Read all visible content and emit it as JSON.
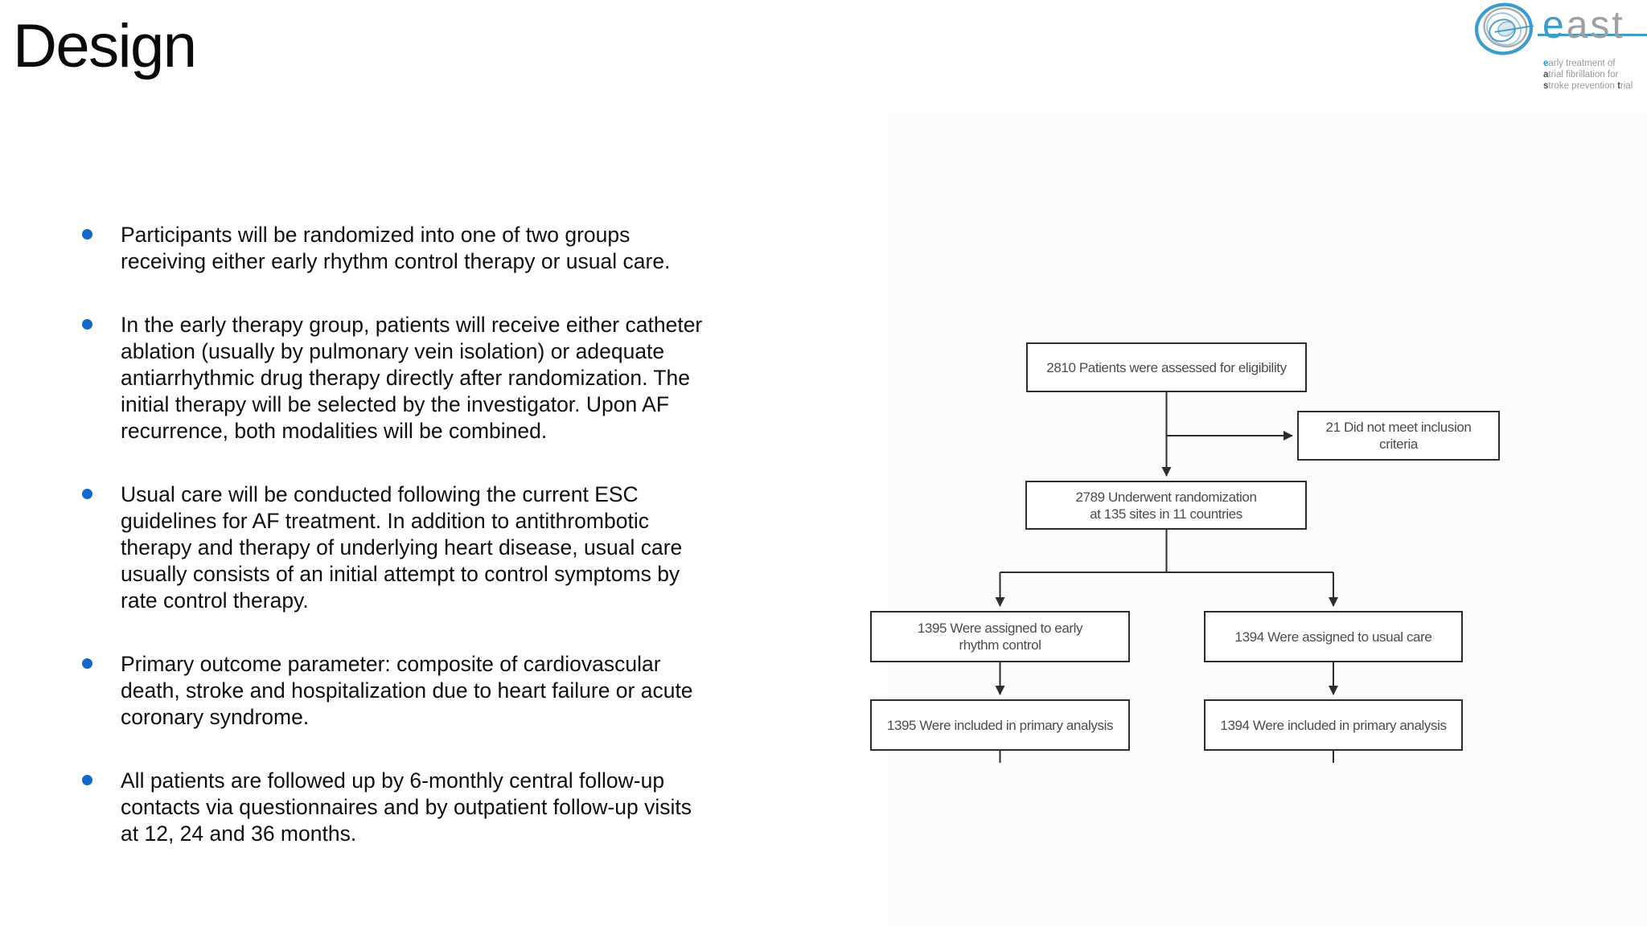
{
  "slide": {
    "title": "Design"
  },
  "logo": {
    "word": {
      "l1": "e",
      "l2": "a",
      "l3": "s",
      "l4": "t"
    },
    "tagline": [
      {
        "lead": "e",
        "rest": "arly treatment of"
      },
      {
        "lead": "a",
        "rest": "trial fibrillation for"
      },
      {
        "lead": "s",
        "mid": "troke prevention ",
        "lead2": "t",
        "rest": "rial"
      }
    ],
    "colors": {
      "blue": "#3d9dca",
      "gray": "#9ea0a3"
    }
  },
  "bullets": [
    {
      "lines": [
        "Participants will be randomized into one of two groups",
        "receiving either early rhythm control therapy or usual care."
      ]
    },
    {
      "lines": [
        "In the early therapy group, patients will receive either catheter",
        "ablation (usually by pulmonary vein isolation) or adequate",
        "antiarrhythmic drug therapy directly after randomization. The",
        "initial therapy will be selected by the investigator. Upon AF",
        "recurrence, both modalities will be combined."
      ]
    },
    {
      "lines": [
        "Usual care will be conducted following the current ESC",
        "guidelines for AF treatment. In addition to antithrombotic",
        "therapy and therapy of underlying heart disease, usual care",
        "usually consists of an initial attempt to control symptoms by",
        "rate control therapy."
      ]
    },
    {
      "lines": [
        "Primary outcome parameter: composite of cardiovascular",
        "death, stroke and hospitalization due to heart failure or acute",
        "coronary syndrome."
      ]
    },
    {
      "lines": [
        "All patients are followed up by 6-monthly central follow-up",
        "contacts via questionnaires and by outpatient follow-up visits",
        "at 12, 24 and 36 months."
      ]
    }
  ],
  "flowchart": {
    "boxes": [
      {
        "name": "assessed",
        "lines": [
          "2810 Patients were assessed for eligibility"
        ]
      },
      {
        "name": "not-included",
        "lines": [
          "21 Did not meet inclusion",
          "criteria"
        ]
      },
      {
        "name": "randomized",
        "lines": [
          "2789 Underwent randomization",
          "at 135 sites in 11 countries"
        ]
      },
      {
        "name": "early-rhythm",
        "lines": [
          "1395 Were assigned to early",
          "rhythm control"
        ]
      },
      {
        "name": "usual-care",
        "lines": [
          "1394 Were assigned to usual care"
        ]
      },
      {
        "name": "early-analysis",
        "lines": [
          "1395 Were included in primary analysis"
        ]
      },
      {
        "name": "usual-analysis",
        "lines": [
          "1394 Were included in primary analysis"
        ]
      }
    ],
    "colors": {
      "border": "#2d2d2f",
      "text": "#4b4c4e"
    }
  },
  "colors": {
    "bullet_blue": "#1668c7",
    "title_black": "#0a0a0a"
  }
}
